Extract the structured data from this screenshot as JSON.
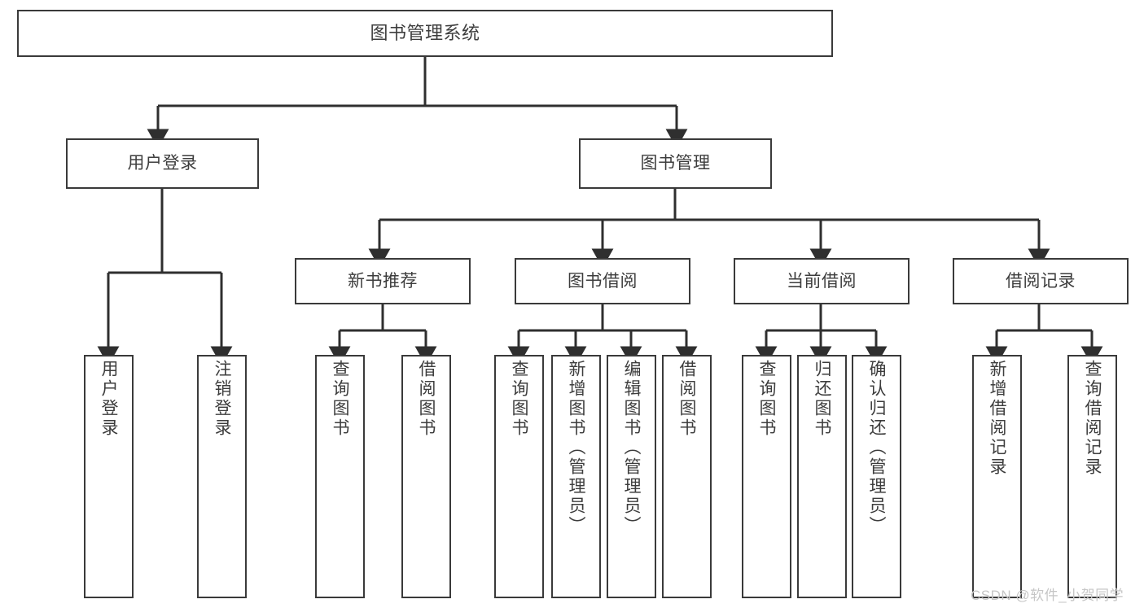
{
  "diagram": {
    "title": "图书管理系统",
    "type": "tree-hierarchy",
    "colors": {
      "box_border": "#3a3a3a",
      "box_fill": "#ffffff",
      "connector": "#2f2f2f",
      "text": "#3d3d3d",
      "watermark": "#c6c6c6",
      "background": "#ffffff"
    },
    "root": {
      "label": "图书管理系统"
    },
    "level2": [
      {
        "label": "用户登录"
      },
      {
        "label": "图书管理"
      }
    ],
    "level3": [
      {
        "label": "新书推荐"
      },
      {
        "label": "图书借阅"
      },
      {
        "label": "当前借阅"
      },
      {
        "label": "借阅记录"
      }
    ],
    "leaves": {
      "user_login": [
        {
          "label": "用户登录"
        },
        {
          "label": "注销登录"
        }
      ],
      "new_book_recommend": [
        {
          "label": "查询图书"
        },
        {
          "label": "借阅图书"
        }
      ],
      "book_borrow": [
        {
          "label": "查询图书"
        },
        {
          "label": "新增图书（管理员）"
        },
        {
          "label": "编辑图书（管理员）"
        },
        {
          "label": "借阅图书"
        }
      ],
      "current_borrow": [
        {
          "label": "查询图书"
        },
        {
          "label": "归还图书"
        },
        {
          "label": "确认归还（管理员）"
        }
      ],
      "borrow_records": [
        {
          "label": "新增借阅记录"
        },
        {
          "label": "查询借阅记录"
        }
      ]
    }
  },
  "watermark": {
    "text": "CSDN @软件_小贺同学"
  }
}
